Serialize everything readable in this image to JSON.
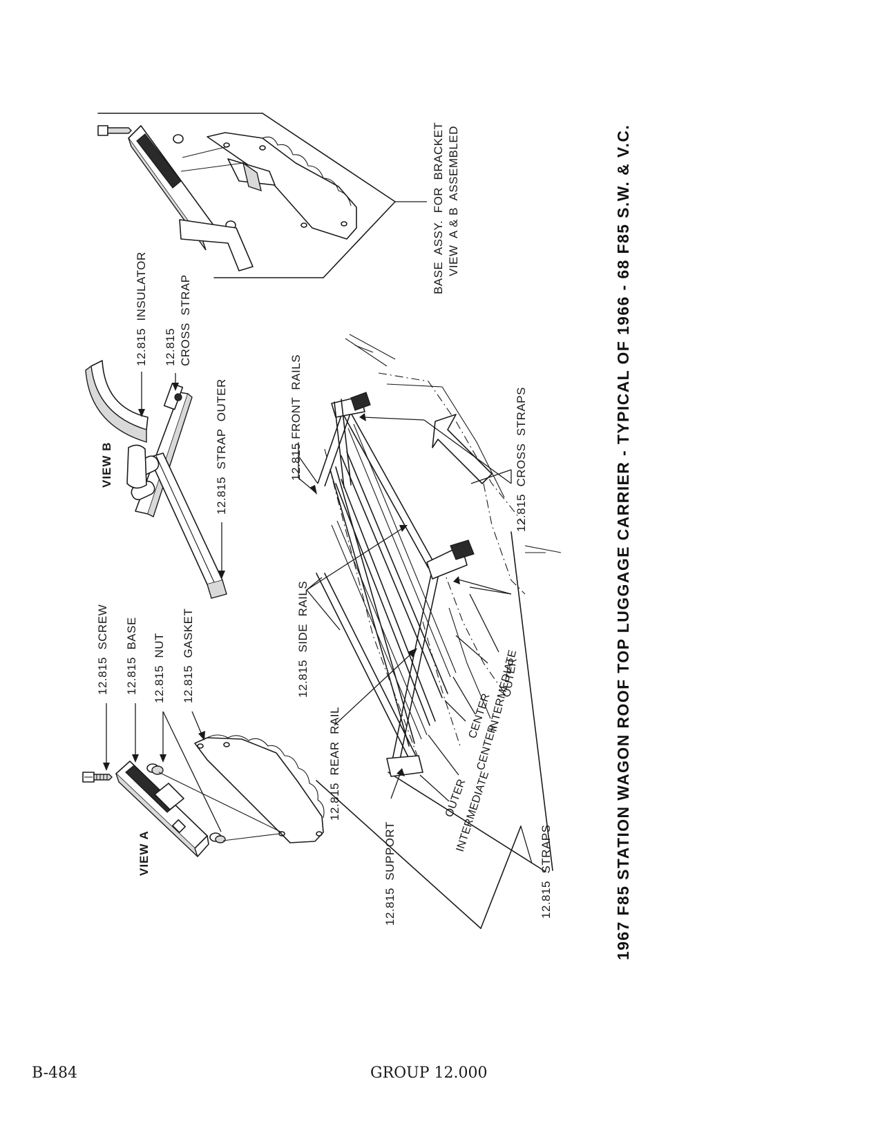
{
  "title": "1967 F85 STATION WAGON ROOF TOP LUGGAGE CARRIER - TYPICAL OF 1966 - 68 F85 S.W. & V.C.",
  "views": {
    "view_a": "VIEW A",
    "view_b": "VIEW B"
  },
  "labels": {
    "screw": "12.815  SCREW",
    "base": "12.815  BASE",
    "nut": "12.815  NUT",
    "gasket": "12.815  GASKET",
    "insulator": "12.815  INSULATOR",
    "cross_strap_num": "12.815",
    "cross_strap_word": "CROSS  STRAP",
    "strap_outer": "12.815  STRAP  OUTER",
    "front_rails": "12.815 FRONT  RAILS",
    "side_rails": "12.815  SIDE  RAILS",
    "rear_rail": "12.815  REAR  RAIL",
    "cross_straps": "12.815  CROSS  STRAPS",
    "support": "12.815  SUPPORT",
    "straps": "12.815  STRAPS",
    "outer_1": "OUTER",
    "intermediate_1": "INTERMEDIATE",
    "center_1": "CENTER",
    "center_2": "CENTER",
    "intermediate_2": "INTERMEDIATE",
    "outer_2": "OUTER",
    "base_assy_line1": "BASE  ASSY.  FOR  BRACKET",
    "base_assy_line2": "VIEW  A & B  ASSEMBLED"
  },
  "footer": {
    "page": "B-484",
    "group": "GROUP 12.000"
  }
}
